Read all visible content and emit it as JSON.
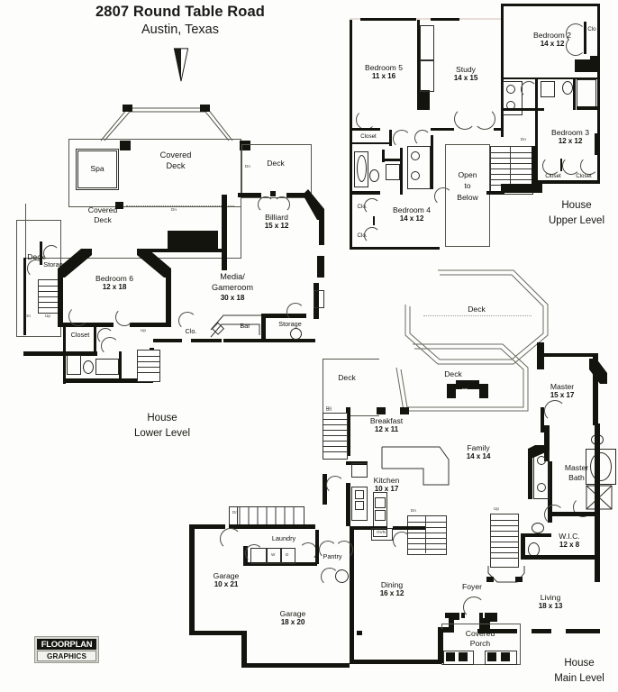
{
  "title": {
    "address": "2807 Round Table Road",
    "city": "Austin, Texas",
    "north_arrow": "north-arrow-icon"
  },
  "logo": {
    "line1": "FLOORPLAN",
    "line2": "GRAPHICS"
  },
  "levels": {
    "upper": "House\nUpper Level",
    "upper_line1": "House",
    "upper_line2": "Upper Level",
    "lower_line1": "House",
    "lower_line2": "Lower Level",
    "main_line1": "House",
    "main_line2": "Main Level"
  },
  "upper_level": {
    "rooms": [
      {
        "name": "Bedroom 5",
        "dim": "11 x 16"
      },
      {
        "name": "Study",
        "dim": "14 x 15"
      },
      {
        "name": "Bedroom 2",
        "dim": "14 x 12"
      },
      {
        "name": "Bedroom 3",
        "dim": "12 x 12"
      },
      {
        "name": "Bedroom 4",
        "dim": "14 x 12"
      }
    ],
    "closets": [
      "Clo",
      "Closet",
      "Closet",
      "Closet",
      "Clo.",
      "Clo."
    ],
    "open_to_below": "Open\nto\nBelow",
    "open_l1": "Open",
    "open_l2": "to",
    "open_l3": "Below",
    "stair_label": "Dn"
  },
  "lower_level": {
    "rooms": [
      {
        "name": "Bedroom 6",
        "dim": "12 x 18"
      },
      {
        "name": "Media/",
        "name2": "Gameroom",
        "dim": "30 x 18"
      },
      {
        "name": "Billiard",
        "dim": "15 x 12"
      }
    ],
    "spaces": [
      "Spa",
      "Covered Deck",
      "Covered Deck",
      "Deck",
      "Deck",
      "Deck",
      "Storage",
      "Storage",
      "Bar",
      "Closet",
      "Clo."
    ],
    "spa": "Spa",
    "covered_deck_l1": "Covered",
    "covered_deck_l2": "Deck",
    "deck": "Deck",
    "storage": "Storage",
    "bar": "Bar",
    "closet": "Closet",
    "clo": "Clo.",
    "media_l1": "Media/",
    "media_l2": "Gameroom",
    "media_dim": "30 x 18",
    "stair_up": "Up",
    "stair_dn": "Dn"
  },
  "main_level": {
    "rooms": [
      {
        "name": "Master",
        "dim": "15 x 17"
      },
      {
        "name": "Master Bath",
        "dim": ""
      },
      {
        "name": "W.I.C.",
        "dim": "12 x 8"
      },
      {
        "name": "Family",
        "dim": "14 x 14"
      },
      {
        "name": "Breakfast",
        "dim": "12 x 11"
      },
      {
        "name": "Kitchen",
        "dim": "10 x 17"
      },
      {
        "name": "Dining",
        "dim": "16 x 12"
      },
      {
        "name": "Living",
        "dim": "18 x 13"
      },
      {
        "name": "Garage",
        "dim": "10 x 21"
      },
      {
        "name": "Garage",
        "dim": "18 x 20"
      }
    ],
    "master_bath_l1": "Master",
    "master_bath_l2": "Bath",
    "laundry": "Laundry",
    "pantry": "Pantry",
    "foyer": "Foyer",
    "covered_porch_l1": "Covered",
    "covered_porch_l2": "Porch",
    "deck": "Deck",
    "stair_up": "Up",
    "stair_dn": "Dn"
  },
  "colors": {
    "wall": "#14140f",
    "paper": "#fdfdfb",
    "text": "#14140e",
    "logo_bar": "#15150f"
  }
}
